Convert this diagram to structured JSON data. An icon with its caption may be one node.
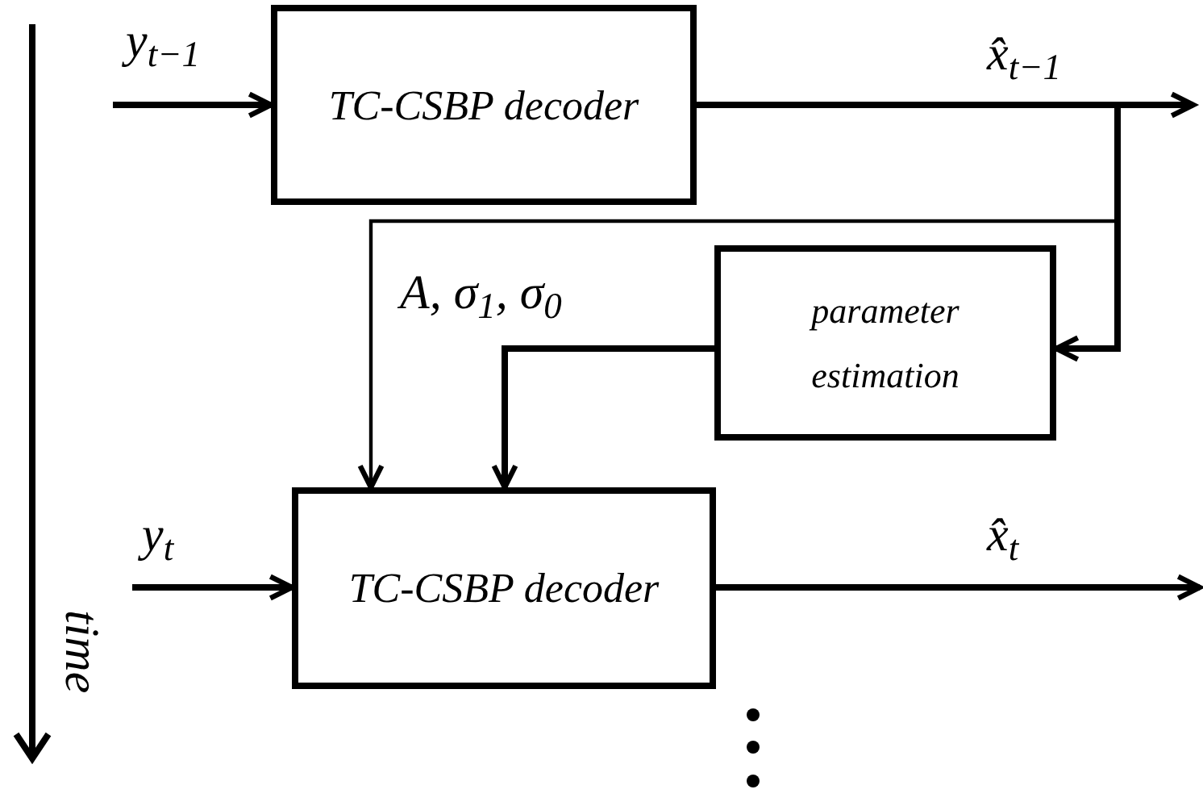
{
  "diagram": {
    "nodes": [
      {
        "text": [
          "TC-CSBP decoder"
        ]
      },
      {
        "text": [
          "parameter estimation"
        ]
      },
      {
        "text": [
          "TC-CSBP decoder"
        ]
      }
    ],
    "edges": [
      {
        "from": null,
        "to": 0,
        "arrow": "to",
        "label": "y$_{t−1}$"
      },
      {
        "from": 0,
        "to": null,
        "arrow": "to",
        "label": "x̂$_{t−1}$"
      },
      {
        "from": 0,
        "to": 1,
        "arrow": "to"
      },
      {
        "from": 0,
        "to": 2,
        "arrow": "to",
        "label": "A, σ$_{1}$, σ$_{0}$"
      },
      {
        "from": 1,
        "to": 2,
        "arrow": "to"
      },
      {
        "from": null,
        "to": 2,
        "arrow": "to",
        "label": "y$_{t}$"
      },
      {
        "from": 2,
        "to": null,
        "arrow": "to",
        "label": "x̂$_{t}$"
      }
    ],
    "labels": [
      "time"
    ]
  }
}
